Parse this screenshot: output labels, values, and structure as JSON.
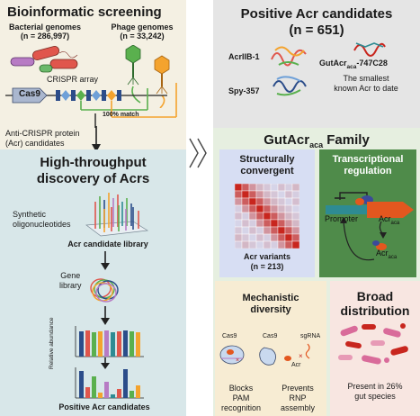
{
  "left": {
    "title": "Bioinformatic screening",
    "bacterial_label": "Bacterial genomes",
    "bacterial_n": "(n = 286,997)",
    "phage_label": "Phage genomes",
    "phage_n": "(n = 33,242)",
    "crispr_label": "CRISPR array",
    "cas9_label": "Cas9",
    "match_label": "100% match",
    "candidates_line1": "Anti-CRISPR protein",
    "candidates_line2": "(Acr) candidates",
    "hts_title_line1": "High-throughput",
    "hts_title_line2": "discovery of Acrs",
    "synthetic_line1": "Synthetic",
    "synthetic_line2": "oligonucleotides",
    "library_label": "Acr candidate library",
    "gene_library_line1": "Gene",
    "gene_library_line2": "library",
    "ylabel": "Relative abundance",
    "positive_label": "Positive Acr candidates"
  },
  "right": {
    "title": "Positive Acr candidates",
    "count": "(n = 651)",
    "acr1": "AcrIIB-1",
    "acr2": "GutAcr",
    "acr2_sub": "aca",
    "acr2_suffix": "-747C28",
    "acr3": "Spy-357",
    "smallest_line1": "The smallest",
    "smallest_line2": "known Acr to date",
    "family_title": "GutAcr",
    "family_sub": "aca",
    "family_suffix": " Family",
    "struct_line1": "Structurally",
    "struct_line2": "convergent",
    "variants_line1": "Acr variants",
    "variants_line2": "(n = 213)",
    "trans_line1": "Transcriptional",
    "trans_line2": "regulation",
    "promoter": "Promoter",
    "acr_label": "Acr",
    "acr_sub": "aca",
    "mech_line1": "Mechanistic",
    "mech_line2": "diversity",
    "cas9_a": "Cas9",
    "cas9_b": "Cas9",
    "sgrna": "sgRNA",
    "acr_small": "Acr",
    "blocks_line1": "Blocks",
    "blocks_line2": "PAM",
    "blocks_line3": "recognition",
    "prevents_line1": "Prevents",
    "prevents_line2": "RNP",
    "prevents_line3": "assembly",
    "broad_line1": "Broad",
    "broad_line2": "distribution",
    "present_line1": "Present in 26%",
    "present_line2": "gut species"
  },
  "colors": {
    "left_top_bg": "#f4f0e3",
    "left_bottom_bg": "#d8e7e9",
    "right_top_bg": "#e5e5e5",
    "right_mid_bg": "#e6efe0",
    "struct_bg": "#d7def3",
    "trans_bg": "#4f8b4a",
    "mech_bg": "#f7ecd3",
    "broad_bg": "#f8e6e1",
    "heatmap_red": "#c8261e",
    "promoter_teal": "#2e8b93",
    "arrow_orange": "#e3571f"
  }
}
